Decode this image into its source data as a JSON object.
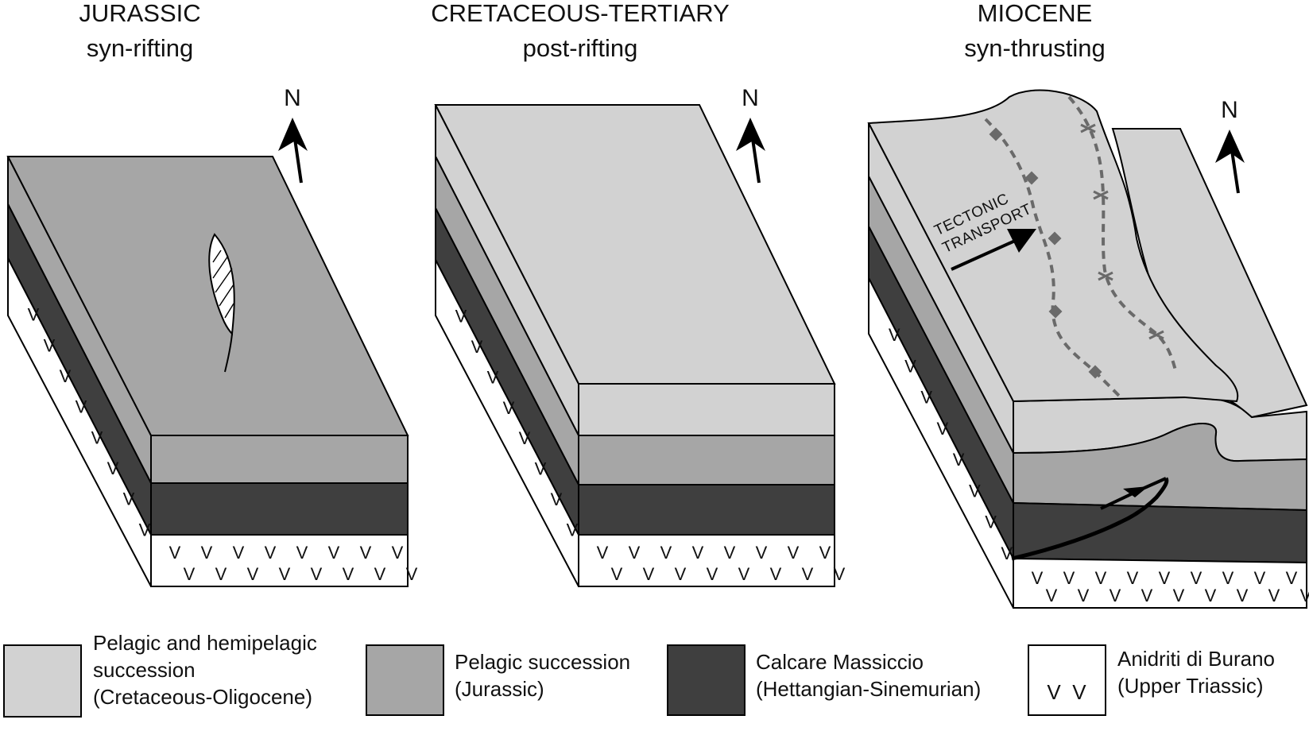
{
  "panels": [
    {
      "era": "JURASSIC",
      "phase": "syn-rifting"
    },
    {
      "era": "CRETACEOUS-TERTIARY",
      "phase": "post-rifting"
    },
    {
      "era": "MIOCENE",
      "phase": "syn-thrusting"
    }
  ],
  "north_label": "N",
  "tectonic_transport": {
    "line1": "TECTONIC",
    "line2": "TRANSPORT"
  },
  "legend": [
    {
      "lines": [
        "Pelagic and hemipelagic",
        "succession",
        "(Cretaceous-Oligocene)"
      ],
      "color": "#d2d2d2"
    },
    {
      "lines": [
        "Pelagic succession",
        "(Jurassic)"
      ],
      "color": "#a6a6a6"
    },
    {
      "lines": [
        "Calcare Massiccio",
        "(Hettangian-Sinemurian)"
      ],
      "color": "#3f3f3f"
    },
    {
      "lines": [
        "Anidriti di Burano",
        "(Upper Triassic)"
      ],
      "color": "#ffffff",
      "swatch_symbol": "V  V"
    }
  ],
  "colors": {
    "light_gray": "#d2d2d2",
    "mid_gray": "#a6a6a6",
    "dark_gray": "#3f3f3f",
    "white": "#ffffff",
    "axis_line": "#6a6a6a"
  }
}
